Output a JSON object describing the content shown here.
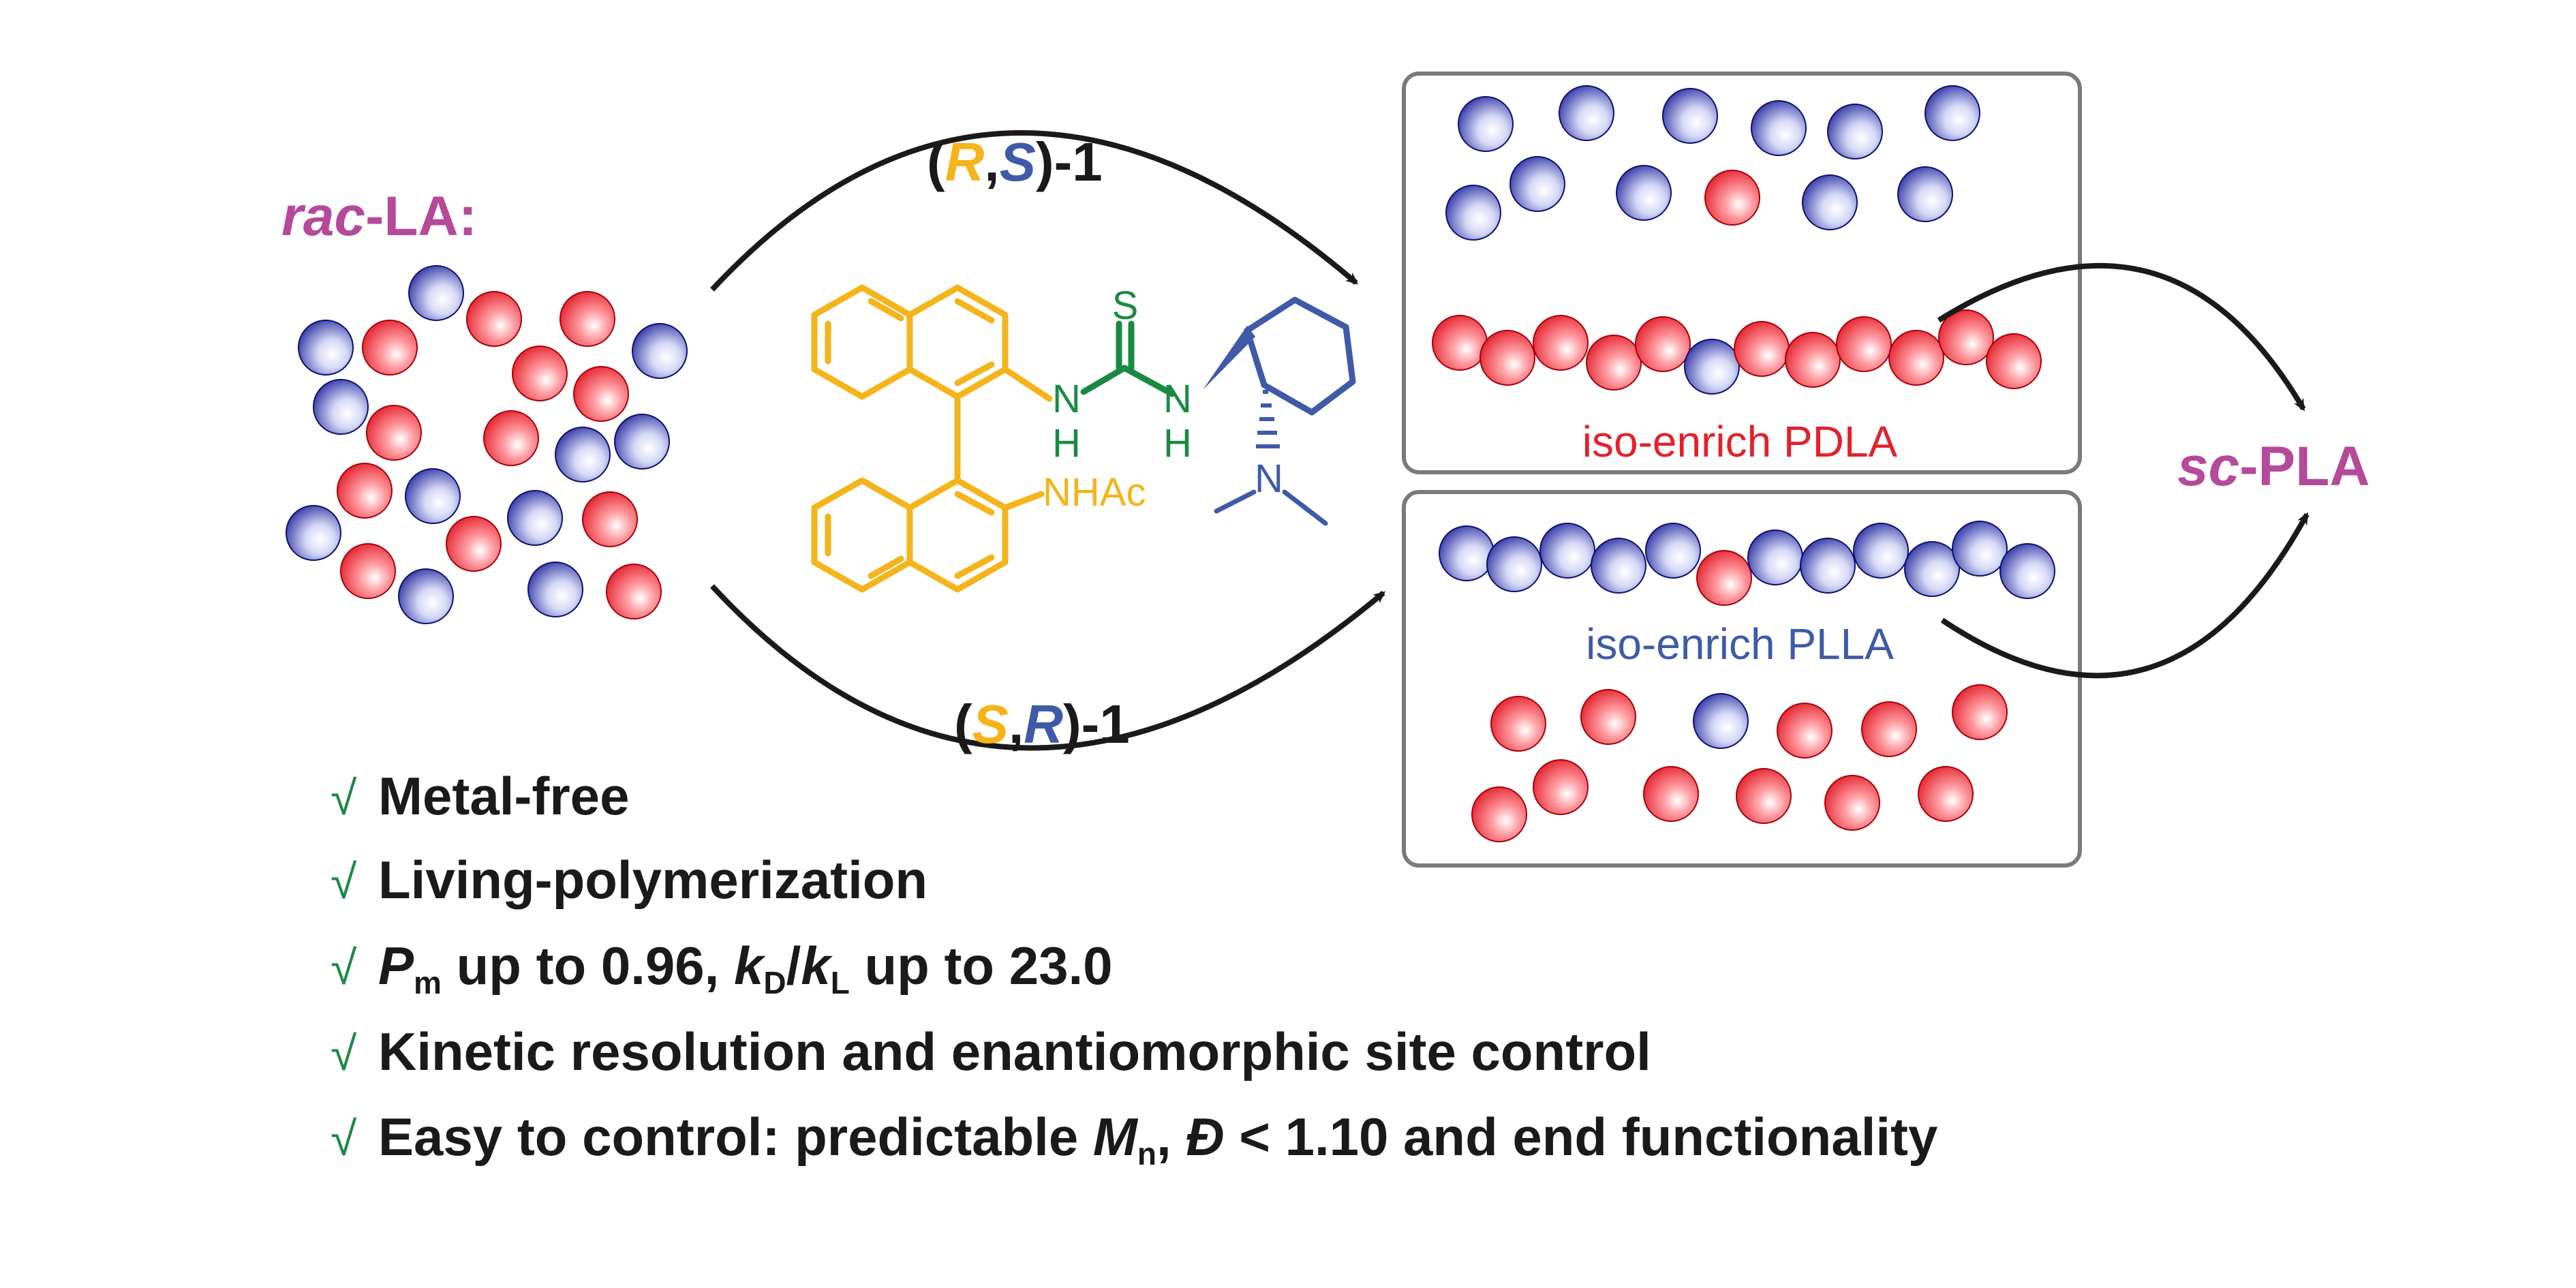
{
  "colors": {
    "purple": "#b5499a",
    "gold": "#f4b41a",
    "blue_text": "#3f5aa8",
    "green": "#1a8a43",
    "red_text": "#e2212b",
    "black": "#1a1a1a",
    "box_border": "#7a7a7a"
  },
  "rac": {
    "prefix": "rac",
    "suffix": "-LA:"
  },
  "top_catalyst": {
    "open": "(",
    "r": "R",
    "comma": ",",
    "s": "S",
    "close": ")-1"
  },
  "bottom_catalyst": {
    "open": "(",
    "s": "S",
    "comma": ",",
    "r": "R",
    "close": ")-1"
  },
  "molecule": {
    "s_atom": "S",
    "n1": "N",
    "h1": "H",
    "n2": "N",
    "h2": "H",
    "nhac": "NHAc",
    "n3": "N"
  },
  "box_top": {
    "label": "iso-enrich PDLA"
  },
  "box_bottom": {
    "label": "iso-enrich PLLA"
  },
  "sc": {
    "prefix": "sc",
    "suffix": "-PLA"
  },
  "bullets": {
    "check": "√",
    "b1": "Metal-free",
    "b2": "Living-polymerization",
    "b3": {
      "p": "P",
      "p_sub": "m",
      "mid": " up to 0.96, ",
      "k1": "k",
      "k1_sub": "D",
      "slash": "/",
      "k2": "k",
      "k2_sub": "L",
      "end": " up to 23.0"
    },
    "b4": "Kinetic resolution and enantiomorphic site control",
    "b5": {
      "start": "Easy to control: predictable ",
      "m": "M",
      "m_sub": "n",
      "comma": ", ",
      "d": "Đ",
      "end": " < 1.10 and end functionality"
    }
  }
}
